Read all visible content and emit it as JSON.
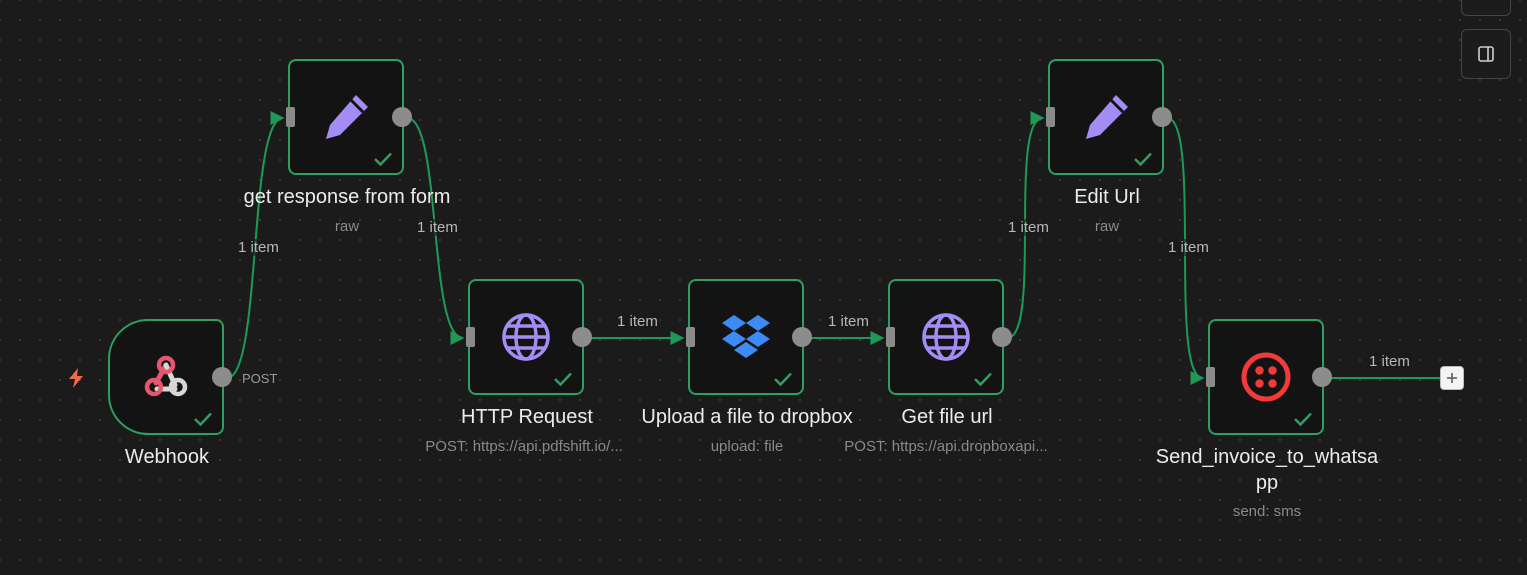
{
  "nodes": {
    "webhook": {
      "title": "Webhook",
      "output_label": "POST"
    },
    "get_response": {
      "title": "get response from form",
      "subtitle": "raw"
    },
    "http_request": {
      "title": "HTTP Request",
      "subtitle": "POST: https://api.pdfshift.io/..."
    },
    "upload_dropbox": {
      "title": "Upload a file to dropbox",
      "subtitle": "upload: file"
    },
    "get_file_url": {
      "title": "Get file url",
      "subtitle": "POST: https://api.dropboxapi..."
    },
    "edit_url": {
      "title": "Edit Url",
      "subtitle": "raw"
    },
    "send_invoice": {
      "title_line1": "Send_invoice_to_whatsa",
      "title_line2": "pp",
      "subtitle": "send: sms"
    }
  },
  "edges": {
    "webhook_to_get_response": "1 item",
    "get_response_to_http": "1 item",
    "http_to_upload": "1 item",
    "upload_to_get_url": "1 item",
    "get_url_to_edit": "1 item",
    "edit_to_send": "1 item",
    "send_to_end": "1 item"
  },
  "icons": {
    "trigger": "lightning-bolt-icon",
    "set": "pencil-icon",
    "http": "globe-icon",
    "dropbox": "dropbox-icon",
    "twilio": "twilio-icon",
    "status": "checkmark-icon",
    "add": "plus-icon",
    "panel": "side-panel-icon"
  },
  "colors": {
    "success_border": "#2f9e5e",
    "edge": "#1f9a55",
    "pencil": "#a48cf5",
    "globe": "#a48cf5",
    "dropbox": "#3d8cf5",
    "twilio": "#f23a3a",
    "webhook": "#e5566f",
    "trigger_bolt": "#f06a4a"
  }
}
